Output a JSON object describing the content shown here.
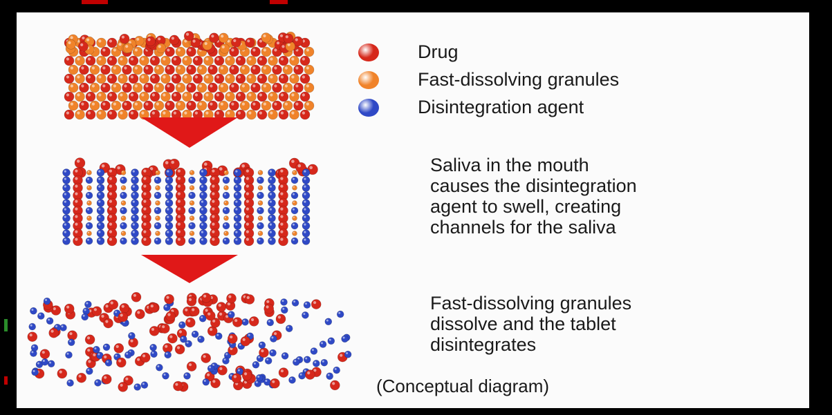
{
  "legend": [
    {
      "label": "Drug",
      "color": "#d6281b"
    },
    {
      "label": "Fast-dissolving granules",
      "color": "#f0832a"
    },
    {
      "label": "Disintegration agent",
      "color": "#2f49c6"
    }
  ],
  "steps": [
    {
      "text": "Saliva in the mouth\ncauses the disintegration\nagent to swell, creating\nchannels for the saliva"
    },
    {
      "text": "Fast-dissolving granules\ndissolve and the tablet\ndisintegrates"
    }
  ],
  "caption": "(Conceptual diagram)",
  "colors": {
    "background": "#fbfbfb",
    "frame": "#000000",
    "arrow": "#e01818"
  }
}
